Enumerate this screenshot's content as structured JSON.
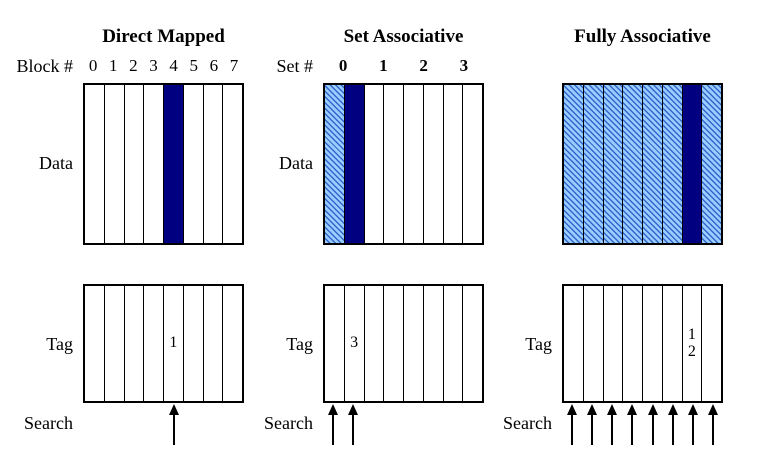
{
  "colors": {
    "navy": "#000080",
    "hatch_bg": "#99CCFF",
    "hatch_stripe": "#3366CC",
    "line": "#000000"
  },
  "panels": [
    {
      "title": "Direct Mapped",
      "index_label": "Block #",
      "index_values": [
        "0",
        "1",
        "2",
        "3",
        "4",
        "5",
        "6",
        "7"
      ],
      "index_bold": false,
      "data_label": "Data",
      "data_fills": [
        "white",
        "white",
        "white",
        "white",
        "navy",
        "white",
        "white",
        "white"
      ],
      "tag_label": "Tag",
      "tag_values": [
        "",
        "",
        "",
        "",
        "1",
        "",
        "",
        ""
      ],
      "search_label": "Search",
      "arrow_cells": [
        4
      ]
    },
    {
      "title": "Set Associative",
      "index_label": "Set #",
      "index_values": [
        "0",
        "1",
        "2",
        "3"
      ],
      "index_bold": true,
      "data_label": "Data",
      "data_fills": [
        "hatch",
        "navy",
        "white",
        "white",
        "white",
        "white",
        "white",
        "white"
      ],
      "tag_label": "Tag",
      "tag_values": [
        "",
        "3",
        "",
        "",
        "",
        "",
        "",
        ""
      ],
      "search_label": "Search",
      "arrow_cells": [
        0,
        1
      ]
    },
    {
      "title": "Fully Associative",
      "index_label": "",
      "index_values": [],
      "index_bold": false,
      "data_label": "",
      "data_fills": [
        "hatch",
        "hatch",
        "hatch",
        "hatch",
        "hatch",
        "hatch",
        "navy",
        "hatch"
      ],
      "tag_label": "Tag",
      "tag_values": [
        "",
        "",
        "",
        "",
        "",
        "",
        "1\n2",
        ""
      ],
      "search_label": "Search",
      "arrow_cells": [
        0,
        1,
        2,
        3,
        4,
        5,
        6,
        7
      ]
    }
  ]
}
